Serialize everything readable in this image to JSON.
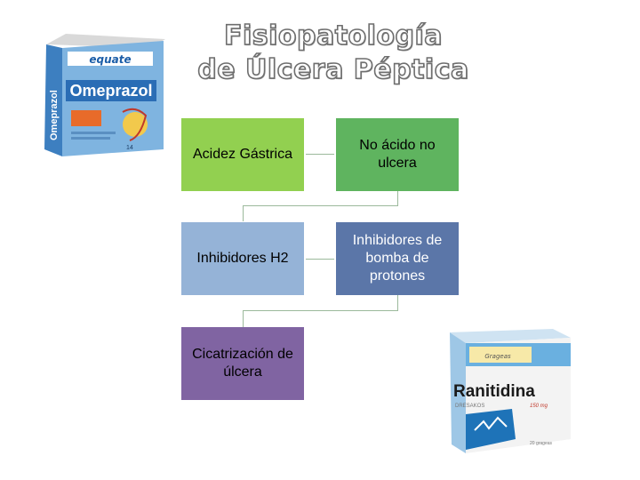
{
  "title": {
    "line1": "Fisiopatología",
    "line2": "de Úlcera Péptica"
  },
  "diagram": {
    "nodes": [
      {
        "id": "acidez",
        "label": "Acidez Gástrica",
        "color": "#92d050"
      },
      {
        "id": "no-acido",
        "label": "No ácido no ulcera",
        "color": "#5fb45f"
      },
      {
        "id": "h2",
        "label": "Inhibidores H2",
        "color": "#95b3d7"
      },
      {
        "id": "bomba",
        "label": "Inhibidores de bomba de protones",
        "color": "#5b76a8"
      },
      {
        "id": "cicatrizacion",
        "label": "Cicatrización de úlcera",
        "color": "#8064a2"
      }
    ]
  },
  "omeprazol_box": {
    "brand": "equate",
    "product": "Omeprazol",
    "side": "Omeprazol",
    "count": "14",
    "colors": {
      "front": "#6fa8d6",
      "side": "#3d7fc0",
      "top": "#d8d8d8"
    }
  },
  "ranitidina_box": {
    "top_label": "Grageas",
    "product": "Ranitidina",
    "sub": "DRESAKOS",
    "dose": "150 mg",
    "count": "20 grageas",
    "colors": {
      "front": "#f3f3f3",
      "side": "#9ec7e6",
      "brand_blue": "#1e73b8"
    }
  }
}
